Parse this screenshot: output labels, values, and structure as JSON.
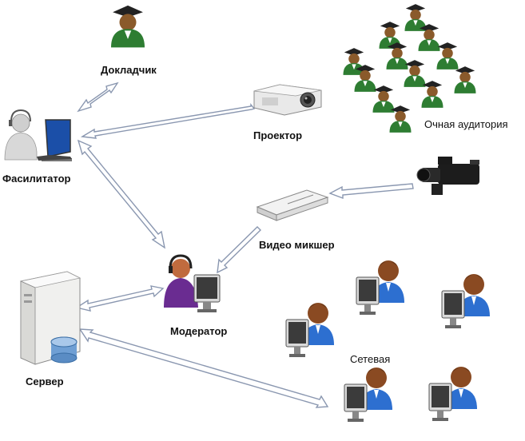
{
  "labels": {
    "speaker": "Докладчик",
    "facilitator": "Фасилитатор",
    "projector": "Проектор",
    "audience": "Очная аудитория",
    "mixer": "Видео микшер",
    "moderator": "Модератор",
    "server": "Сервер",
    "network": "Сетевая"
  },
  "colors": {
    "arrow_fill": "#ffffff",
    "arrow_stroke": "#8a97b0",
    "graduate_robe": "#2e7d32",
    "network_shirt": "#2d6fd0",
    "skin": "#8a4a22"
  }
}
